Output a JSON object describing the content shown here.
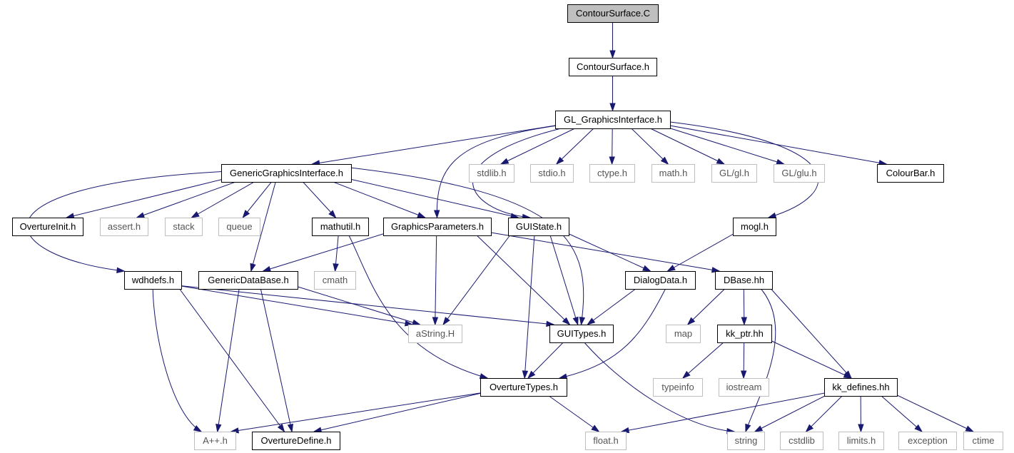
{
  "colors": {
    "edge": "#191970",
    "documented_border": "#000000",
    "external_border": "#bfbfbf",
    "external_text": "#555555",
    "root_fill": "#bfbfbf",
    "node_fill": "#ffffff"
  },
  "nodes": [
    {
      "id": "contoursurface_c",
      "label": "ContourSurface.C",
      "kind": "root"
    },
    {
      "id": "contoursurface_h",
      "label": "ContourSurface.h",
      "kind": "documented"
    },
    {
      "id": "gl_graphicsinterface_h",
      "label": "GL_GraphicsInterface.h",
      "kind": "documented"
    },
    {
      "id": "genericgraphicsinterface_h",
      "label": "GenericGraphicsInterface.h",
      "kind": "documented"
    },
    {
      "id": "stdlib_h",
      "label": "stdlib.h",
      "kind": "external"
    },
    {
      "id": "stdio_h",
      "label": "stdio.h",
      "kind": "external"
    },
    {
      "id": "ctype_h",
      "label": "ctype.h",
      "kind": "external"
    },
    {
      "id": "math_h",
      "label": "math.h",
      "kind": "external"
    },
    {
      "id": "gl_gl_h",
      "label": "GL/gl.h",
      "kind": "external"
    },
    {
      "id": "gl_glu_h",
      "label": "GL/glu.h",
      "kind": "external"
    },
    {
      "id": "colourbar_h",
      "label": "ColourBar.h",
      "kind": "documented"
    },
    {
      "id": "overtureinit_h",
      "label": "OvertureInit.h",
      "kind": "documented"
    },
    {
      "id": "assert_h",
      "label": "assert.h",
      "kind": "external"
    },
    {
      "id": "stack",
      "label": "stack",
      "kind": "external"
    },
    {
      "id": "queue",
      "label": "queue",
      "kind": "external"
    },
    {
      "id": "mathutil_h",
      "label": "mathutil.h",
      "kind": "documented"
    },
    {
      "id": "graphicsparameters_h",
      "label": "GraphicsParameters.h",
      "kind": "documented"
    },
    {
      "id": "guistate_h",
      "label": "GUIState.h",
      "kind": "documented"
    },
    {
      "id": "mogl_h",
      "label": "mogl.h",
      "kind": "documented"
    },
    {
      "id": "wdhdefs_h",
      "label": "wdhdefs.h",
      "kind": "documented"
    },
    {
      "id": "genericdatabase_h",
      "label": "GenericDataBase.h",
      "kind": "documented"
    },
    {
      "id": "cmath",
      "label": "cmath",
      "kind": "external"
    },
    {
      "id": "dialogdata_h",
      "label": "DialogData.h",
      "kind": "documented"
    },
    {
      "id": "dbase_hh",
      "label": "DBase.hh",
      "kind": "documented"
    },
    {
      "id": "astring_h",
      "label": "aString.H",
      "kind": "external"
    },
    {
      "id": "guitypes_h",
      "label": "GUITypes.h",
      "kind": "documented"
    },
    {
      "id": "map",
      "label": "map",
      "kind": "external"
    },
    {
      "id": "kk_ptr_hh",
      "label": "kk_ptr.hh",
      "kind": "documented"
    },
    {
      "id": "typeinfo",
      "label": "typeinfo",
      "kind": "external"
    },
    {
      "id": "iostream",
      "label": "iostream",
      "kind": "external"
    },
    {
      "id": "overturetypes_h",
      "label": "OvertureTypes.h",
      "kind": "documented"
    },
    {
      "id": "kk_defines_hh",
      "label": "kk_defines.hh",
      "kind": "documented"
    },
    {
      "id": "app_h",
      "label": "A++.h",
      "kind": "external"
    },
    {
      "id": "overturedefine_h",
      "label": "OvertureDefine.h",
      "kind": "documented"
    },
    {
      "id": "float_h",
      "label": "float.h",
      "kind": "external"
    },
    {
      "id": "string",
      "label": "string",
      "kind": "external"
    },
    {
      "id": "cstdlib",
      "label": "cstdlib",
      "kind": "external"
    },
    {
      "id": "limits_h",
      "label": "limits.h",
      "kind": "external"
    },
    {
      "id": "exception",
      "label": "exception",
      "kind": "external"
    },
    {
      "id": "ctime",
      "label": "ctime",
      "kind": "external"
    }
  ],
  "edges": [
    [
      "contoursurface_c",
      "contoursurface_h"
    ],
    [
      "contoursurface_h",
      "gl_graphicsinterface_h"
    ],
    [
      "gl_graphicsinterface_h",
      "genericgraphicsinterface_h"
    ],
    [
      "gl_graphicsinterface_h",
      "stdlib_h"
    ],
    [
      "gl_graphicsinterface_h",
      "stdio_h"
    ],
    [
      "gl_graphicsinterface_h",
      "ctype_h"
    ],
    [
      "gl_graphicsinterface_h",
      "math_h"
    ],
    [
      "gl_graphicsinterface_h",
      "gl_gl_h"
    ],
    [
      "gl_graphicsinterface_h",
      "gl_glu_h"
    ],
    [
      "gl_graphicsinterface_h",
      "colourbar_h"
    ],
    [
      "gl_graphicsinterface_h",
      "graphicsparameters_h"
    ],
    [
      "gl_graphicsinterface_h",
      "guistate_h"
    ],
    [
      "gl_graphicsinterface_h",
      "mogl_h"
    ],
    [
      "genericgraphicsinterface_h",
      "overtureinit_h"
    ],
    [
      "genericgraphicsinterface_h",
      "assert_h"
    ],
    [
      "genericgraphicsinterface_h",
      "stack"
    ],
    [
      "genericgraphicsinterface_h",
      "queue"
    ],
    [
      "genericgraphicsinterface_h",
      "mathutil_h"
    ],
    [
      "genericgraphicsinterface_h",
      "graphicsparameters_h"
    ],
    [
      "genericgraphicsinterface_h",
      "guistate_h"
    ],
    [
      "genericgraphicsinterface_h",
      "wdhdefs_h"
    ],
    [
      "genericgraphicsinterface_h",
      "genericdatabase_h"
    ],
    [
      "genericgraphicsinterface_h",
      "guitypes_h"
    ],
    [
      "mathutil_h",
      "cmath"
    ],
    [
      "mathutil_h",
      "overturetypes_h"
    ],
    [
      "graphicsparameters_h",
      "genericdatabase_h"
    ],
    [
      "graphicsparameters_h",
      "astring_h"
    ],
    [
      "graphicsparameters_h",
      "guitypes_h"
    ],
    [
      "graphicsparameters_h",
      "dbase_hh"
    ],
    [
      "guistate_h",
      "dialogdata_h"
    ],
    [
      "guistate_h",
      "astring_h"
    ],
    [
      "guistate_h",
      "guitypes_h"
    ],
    [
      "guistate_h",
      "overturetypes_h"
    ],
    [
      "mogl_h",
      "dialogdata_h"
    ],
    [
      "wdhdefs_h",
      "astring_h"
    ],
    [
      "wdhdefs_h",
      "guitypes_h"
    ],
    [
      "wdhdefs_h",
      "app_h"
    ],
    [
      "wdhdefs_h",
      "overturedefine_h"
    ],
    [
      "genericdatabase_h",
      "astring_h"
    ],
    [
      "genericdatabase_h",
      "app_h"
    ],
    [
      "genericdatabase_h",
      "overturedefine_h"
    ],
    [
      "dialogdata_h",
      "guitypes_h"
    ],
    [
      "dialogdata_h",
      "overturetypes_h"
    ],
    [
      "dbase_hh",
      "map"
    ],
    [
      "dbase_hh",
      "kk_ptr_hh"
    ],
    [
      "dbase_hh",
      "kk_defines_hh"
    ],
    [
      "dbase_hh",
      "string"
    ],
    [
      "kk_ptr_hh",
      "typeinfo"
    ],
    [
      "kk_ptr_hh",
      "iostream"
    ],
    [
      "kk_ptr_hh",
      "kk_defines_hh"
    ],
    [
      "guitypes_h",
      "overturetypes_h"
    ],
    [
      "guitypes_h",
      "string"
    ],
    [
      "overturetypes_h",
      "app_h"
    ],
    [
      "overturetypes_h",
      "overturedefine_h"
    ],
    [
      "overturetypes_h",
      "float_h"
    ],
    [
      "kk_defines_hh",
      "float_h"
    ],
    [
      "kk_defines_hh",
      "string"
    ],
    [
      "kk_defines_hh",
      "cstdlib"
    ],
    [
      "kk_defines_hh",
      "limits_h"
    ],
    [
      "kk_defines_hh",
      "exception"
    ],
    [
      "kk_defines_hh",
      "ctime"
    ]
  ]
}
